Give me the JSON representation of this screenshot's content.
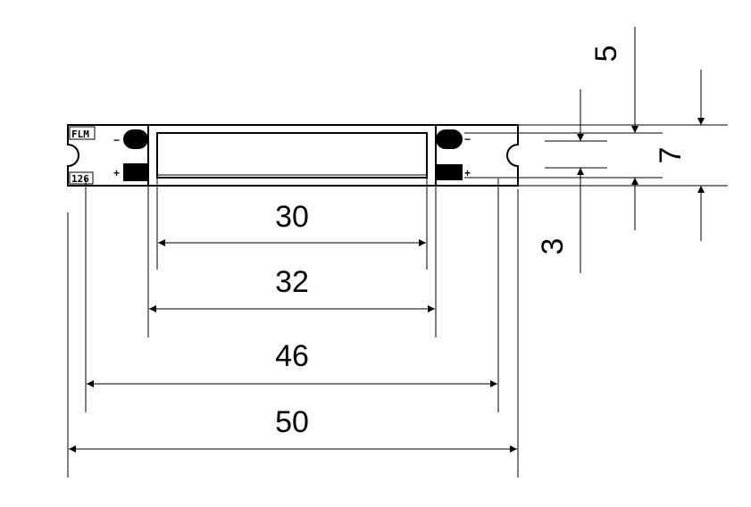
{
  "labels": {
    "brand": "FLM",
    "model": "126",
    "minus": "−",
    "plus": "+"
  },
  "dimensions": {
    "d30": "30",
    "d32": "32",
    "d46": "46",
    "d50": "50",
    "d5": "5",
    "d7": "7",
    "d3": "3"
  }
}
